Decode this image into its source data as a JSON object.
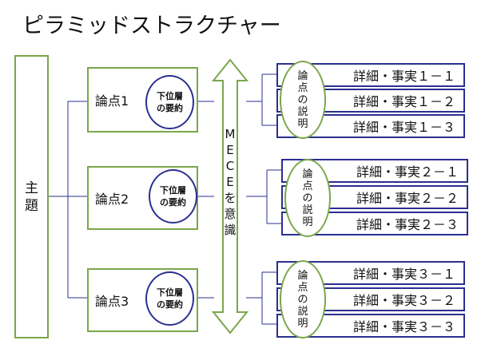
{
  "title": "ピラミッドストラクチャー",
  "theme": "主題",
  "mece_label": "MECEを意識",
  "summary_label": "下位層の要約",
  "explanation_label": "論点の説明",
  "issues": [
    {
      "label": "論点1",
      "details": [
        "詳細・事実１－１",
        "詳細・事実１－２",
        "詳細・事実１－３"
      ]
    },
    {
      "label": "論点2",
      "details": [
        "詳細・事実２－１",
        "詳細・事実２－２",
        "詳細・事実２－３"
      ]
    },
    {
      "label": "論点3",
      "details": [
        "詳細・事実３－１",
        "詳細・事実３－２",
        "詳細・事実３－３"
      ]
    }
  ],
  "colors": {
    "green": "#7aa64a",
    "navy": "#2b2f8f",
    "arrow_fill": "#ffffff"
  }
}
